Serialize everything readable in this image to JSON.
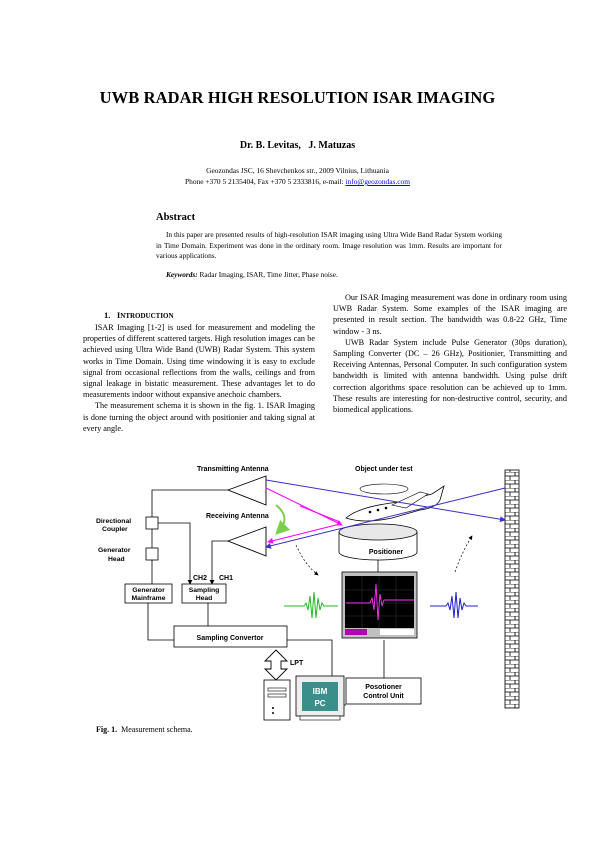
{
  "paper": {
    "title": "UWB RADAR HIGH RESOLUTION ISAR IMAGING",
    "authors": "Dr. B. Levitas,   J. Matuzas",
    "affiliation_line1": "Geozondas JSC, 16 Shevchenkos str., 2009 Vilnius, Lithuania",
    "affiliation_line2": "Phone +370 5 2135404, Fax +370 5 2333816, e-mail: ",
    "email": "info@geozondas.com",
    "abstract_heading": "Abstract",
    "abstract_text": "In this paper are presented results of high-resolution ISAR imaging using Ultra Wide Band Radar System working in Time Domain. Experiment was done in the ordinary room. Image resolution was 1mm. Results are important for various applications.",
    "keywords_label": "Keywords:",
    "keywords": "Radar Imaging, ISAR, Time Jitter, Phase noise.",
    "section_number": "1.",
    "section_initial": "I",
    "section_rest": "NTRODUCTION",
    "left_p1": "ISAR Imaging [1-2] is used for measurement and modeling the properties of different scattered targets. High resolution images can be achieved using Ultra Wide Band (UWB) Radar System. This system works in Time Domain. Using time windowing it is easy to exclude signal from occasional reflections from the walls, ceilings and from signal leakage in bistatic measurement. These advantages let to do measurements indoor without expansive anechoic chambers.",
    "left_p2": "The measurement schema it is shown in the fig. 1. ISAR Imaging is done turning the object around with positionier and taking signal at every angle.",
    "right_p1": "Our ISAR Imaging measurement was done in ordinary room using UWB Radar System. Some examples of the ISAR imaging are presented in result section. The bandwidth was 0.8-22 GHz, Time window - 3 ns.",
    "right_p2": "UWB Radar System include Pulse Generator (30ps duration), Sampling Converter (DC – 26 GHz), Positionier, Transmitting and Receiving Antennas, Personal Computer. In such configuration system bandwidth is limited with antenna bandwidth. Using pulse drift correction algorithms space resolution can be achieved up to 1mm. These results are interesting for non-destructive control, security, and biomedical applications.",
    "caption_label": "Fig. 1.",
    "caption_text": "Measurement schema."
  },
  "figure": {
    "tx_antenna": "Transmitting Antenna",
    "object": "Object  under test",
    "rx_antenna": "Receiving Antenna",
    "dir_coupler_1": "Directional",
    "dir_coupler_2": "Coupler",
    "gen_head_1": "Generator",
    "gen_head_2": "Head",
    "positioner": "Positioner",
    "ch2": "CH2",
    "ch1": "CH1",
    "gen_mainframe_1": "Generator",
    "gen_mainframe_2": "Mainframe",
    "sampling_head_1": "Sampling",
    "sampling_head_2": "Head",
    "sampling_convertor": "Sampling Convertor",
    "lpt": "LPT",
    "ibm_1": "IBM",
    "ibm_2": "PC",
    "pos_ctrl_1": "Posotioner",
    "pos_ctrl_2": "Control Unit"
  },
  "colors": {
    "link": "#0000ff",
    "tx_beam": "#ff00ff",
    "rx_beam": "#3a2fd0",
    "green_signal": "#22bb22",
    "pc_teal": "#3a8f8a"
  }
}
